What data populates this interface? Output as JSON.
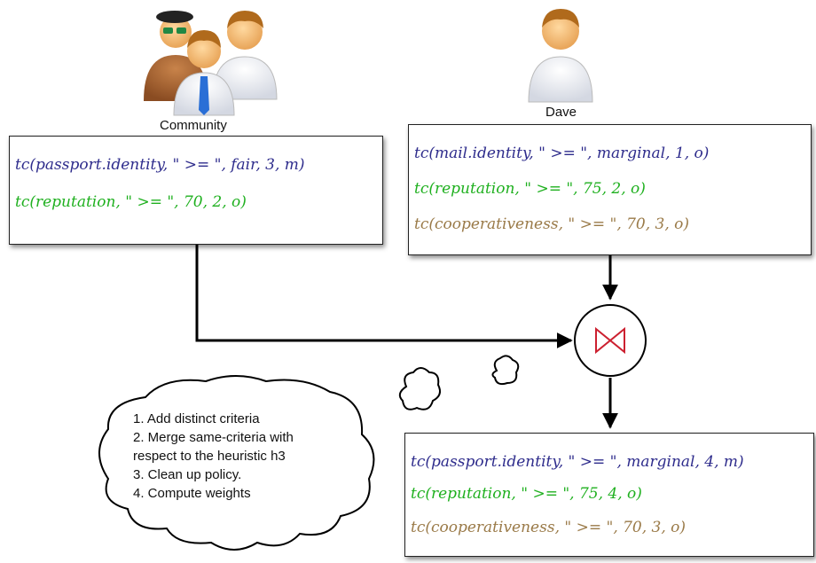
{
  "colors": {
    "identity": "#2e2c8c",
    "reputation": "#1fb01f",
    "cooperativeness": "#9a7a48",
    "join_symbol": "#cc2030"
  },
  "community": {
    "label": "Community",
    "policy": [
      "tc(passport.identity, \" >= \", fair, 3, m)",
      "tc(reputation, \" >= \", 70, 2, o)"
    ]
  },
  "dave": {
    "label": "Dave",
    "policy": [
      "tc(mail.identity, \" >= \", marginal, 1, o)",
      "tc(reputation, \" >= \", 75, 2, o)",
      "tc(cooperativeness, \" >= \", 70, 3, o)"
    ]
  },
  "join_operator": {
    "symbol": "⋈",
    "icon": "bowtie-join-icon"
  },
  "result": {
    "policy": [
      "tc(passport.identity, \" >= \", marginal, 4, m)",
      "tc(reputation, \" >= \", 75, 4, o)",
      "tc(cooperativeness, \" >= \", 70, 3, o)"
    ]
  },
  "thought": {
    "lines": [
      "1. Add distinct criteria",
      "2. Merge same-criteria with",
      "respect to the heuristic h3",
      "3. Clean up policy.",
      "4. Compute weights"
    ]
  }
}
